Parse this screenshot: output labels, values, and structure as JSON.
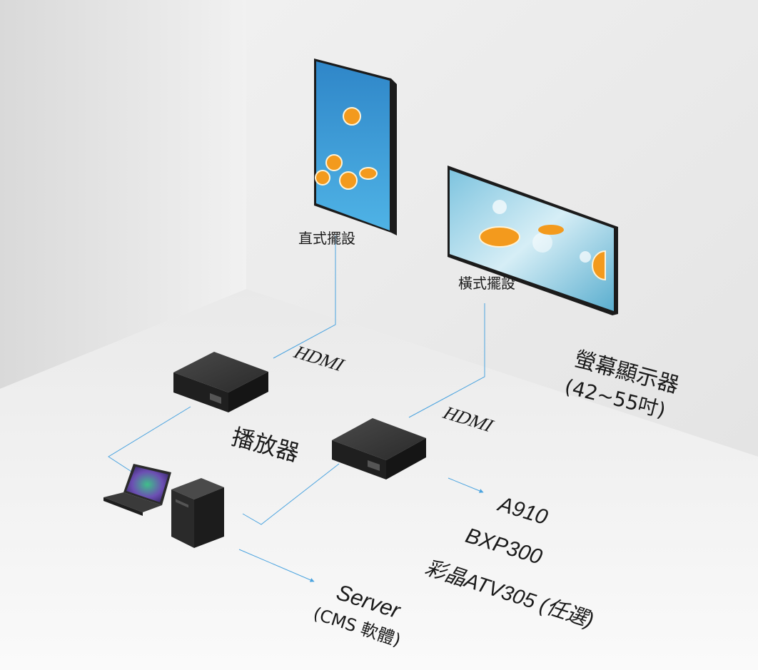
{
  "labels": {
    "portrait": "直式擺設",
    "landscape": "橫式擺設",
    "display_title": "螢幕顯示器",
    "display_size": "(42~55吋)",
    "hdmi_1": "HDMI",
    "hdmi_2": "HDMI",
    "player": "播放器",
    "model_1": "A910",
    "model_2": "BXP300",
    "model_3": "彩晶ATV305 (任選)",
    "server": "Server",
    "server_sub": "(CMS 軟體)"
  },
  "icons": {
    "portrait_display": "portrait-display-icon",
    "landscape_display": "landscape-display-icon",
    "player_top": "media-player-icon",
    "player_bottom": "media-player-icon",
    "laptop": "laptop-icon",
    "server": "server-tower-icon"
  },
  "colors": {
    "connector": "#4aa3df",
    "text": "#1a1a1a",
    "wall": "#e9e9e9",
    "floor": "#f7f7f7"
  }
}
